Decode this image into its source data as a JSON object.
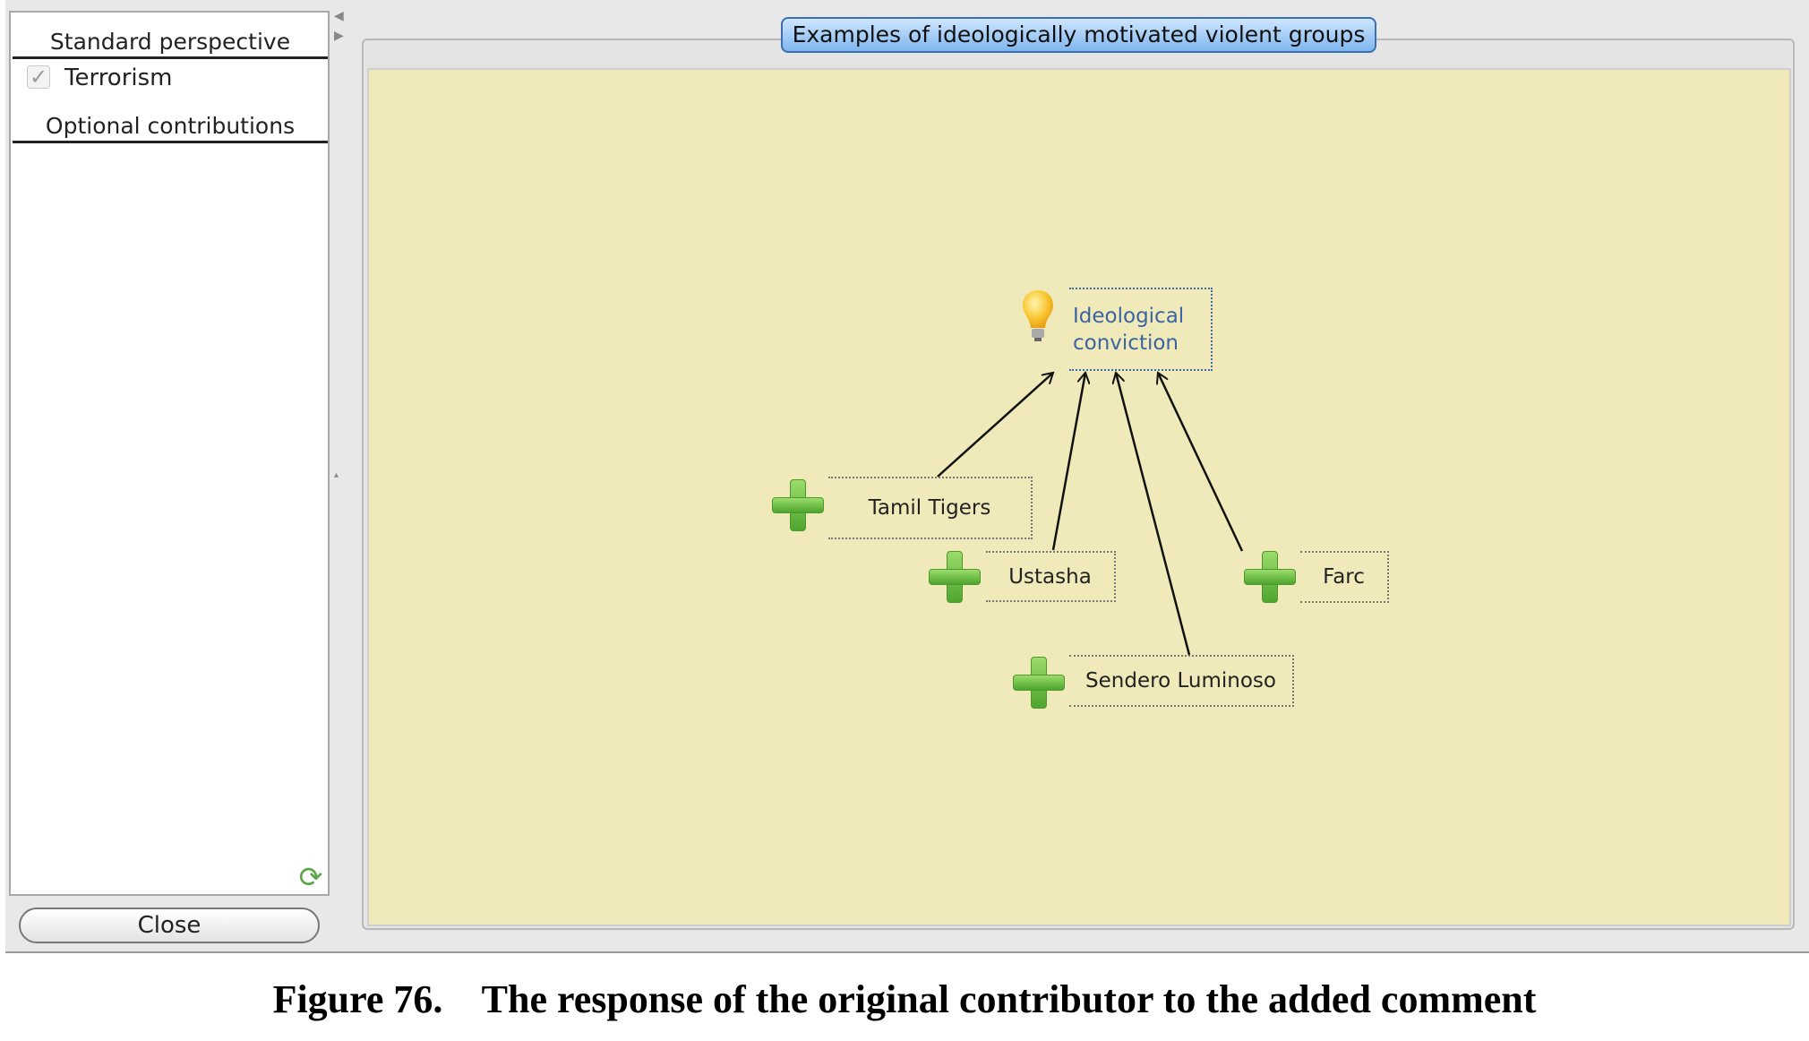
{
  "sidebar": {
    "standard_heading": "Standard perspective",
    "checkbox_label": "Terrorism",
    "checkbox_checked": true,
    "optional_heading": "Optional contributions",
    "close_label": "Close"
  },
  "tab": {
    "title": "Examples of ideologically motivated violent groups"
  },
  "diagram": {
    "concept": {
      "line1": "Ideological",
      "line2": "conviction"
    },
    "groups": [
      "Tamil Tigers",
      "Ustasha",
      "Farc",
      "Sendero Luminoso"
    ]
  },
  "caption": {
    "number": "Figure 76.",
    "text": "The response of the original contributor to the added comment"
  }
}
